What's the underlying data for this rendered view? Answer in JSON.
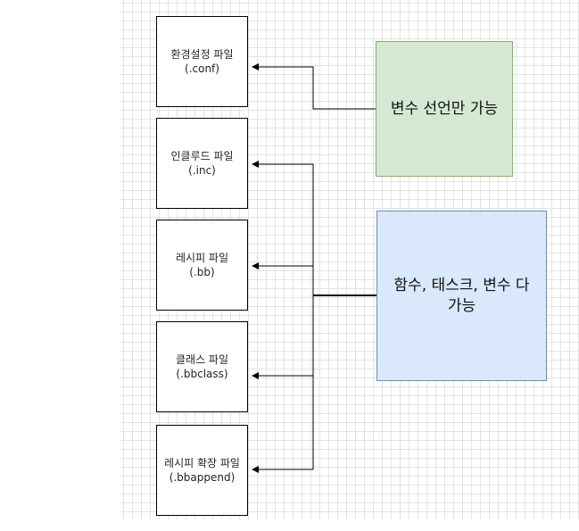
{
  "file_boxes": [
    {
      "label": "환경설정 파일",
      "ext": "(.conf)"
    },
    {
      "label": "인클루드 파일",
      "ext": "(.inc)"
    },
    {
      "label": "레시피 파일",
      "ext": "(.bb)"
    },
    {
      "label": "클래스 파일",
      "ext": "(.bbclass)"
    },
    {
      "label": "레시피 확장 파일",
      "ext": "(.bbappend)"
    }
  ],
  "notes": {
    "variables_only": {
      "text": "변수 선언만 가능",
      "fill": "#d5e8d4",
      "stroke": "#82b366"
    },
    "all_allowed": {
      "text": "함수, 태스크, 변수 다 가능",
      "fill": "#dae8fc",
      "stroke": "#6c8ebf"
    }
  },
  "colors": {
    "line": "#000000",
    "grid": "#e3e3e3"
  }
}
